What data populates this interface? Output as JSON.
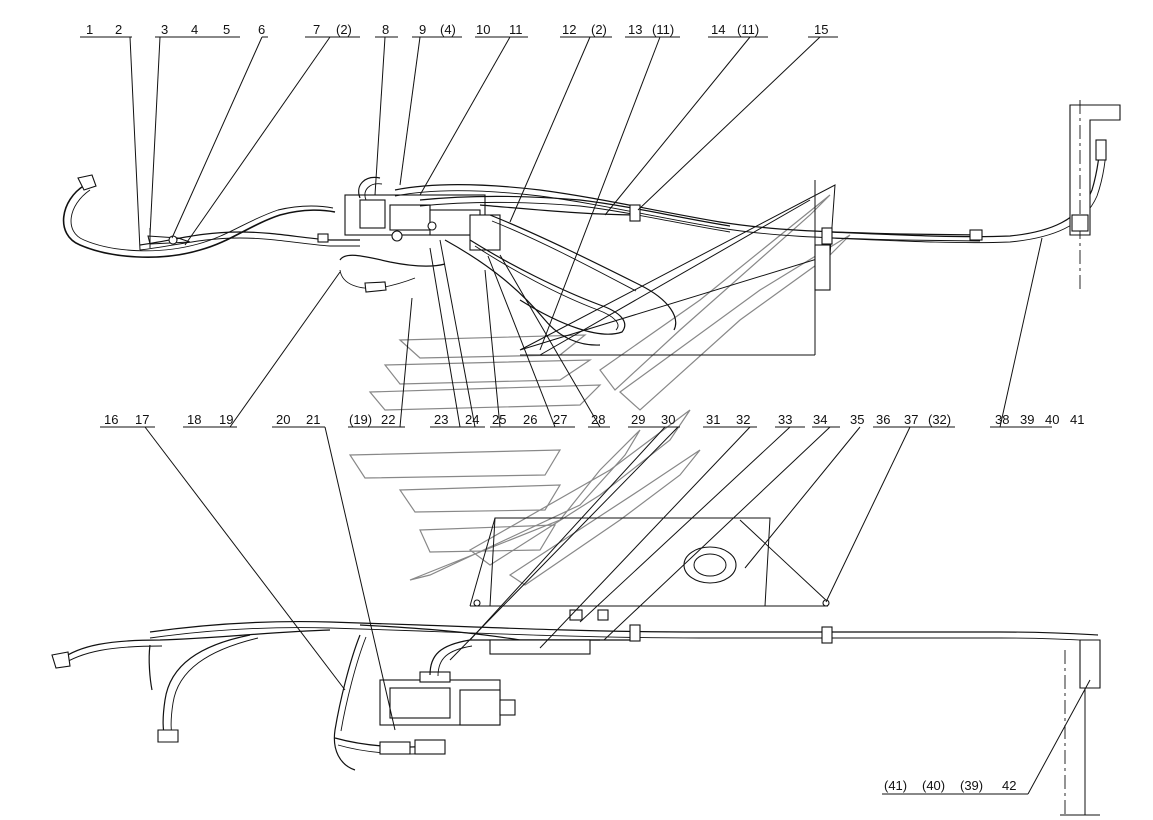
{
  "callouts_top": [
    "1",
    "2",
    "3",
    "4",
    "5",
    "6",
    "7",
    "(2)",
    "8",
    "9",
    "(4)",
    "10",
    "11",
    "12",
    "(2)",
    "13",
    "(11)",
    "14",
    "(11)",
    "15"
  ],
  "callouts_mid": [
    "16",
    "17",
    "18",
    "19",
    "20",
    "21",
    "(19)",
    "22",
    "23",
    "24",
    "25",
    "26",
    "27",
    "28",
    "29",
    "30",
    "31",
    "32",
    "33",
    "34",
    "35",
    "36",
    "37",
    "(32)",
    "38",
    "39",
    "40",
    "41"
  ],
  "callouts_bottom": [
    "(41)",
    "(40)",
    "(39)",
    "42"
  ]
}
